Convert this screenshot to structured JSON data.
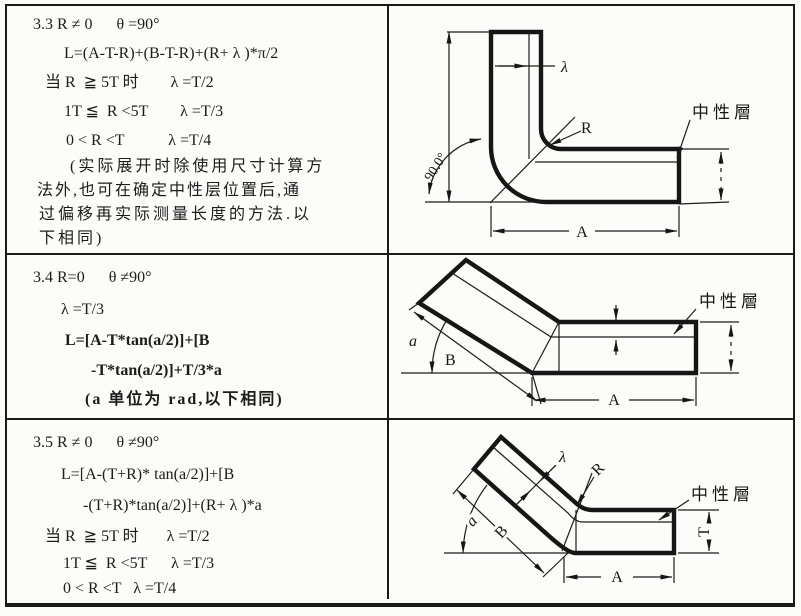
{
  "rows": [
    {
      "section": "3.3",
      "lines": [
        "3.3 R ≠ 0      θ =90°",
        "L=(A-T-R)+(B-T-R)+(R+ λ )*π/2",
        "当 R  ≧ 5T 时        λ =T/2",
        "1T ≦  R <5T        λ =T/3",
        "0 < R <T           λ =T/4",
        "(实际展开时除使用尺寸计算方",
        "法外,也可在确定中性层位置后,通",
        "过偏移再实际测量长度的方法.以",
        "下相同)"
      ],
      "diagram": {
        "labels": {
          "lambda": "λ",
          "radius": "R",
          "angle": "90.0°",
          "dim_a": "A",
          "neutral": "中性層"
        }
      }
    },
    {
      "section": "3.4",
      "lines": [
        "3.4 R=0      θ ≠90°",
        "λ =T/3",
        "L=[A-T*tan(a/2)]+[B",
        "-T*tan(a/2)]+T/3*a",
        "(a 单位为 rad,以下相同)"
      ],
      "diagram": {
        "labels": {
          "angle": "a",
          "arm_b": "B",
          "dim_a": "A",
          "neutral": "中性層"
        }
      }
    },
    {
      "section": "3.5",
      "lines": [
        "3.5 R ≠ 0      θ ≠90°",
        "L=[A-(T+R)* tan(a/2)]+[B",
        "-(T+R)*tan(a/2)]+(R+ λ )*a",
        "当 R  ≧ 5T 时       λ =T/2",
        "1T ≦  R <5T      λ =T/3",
        "0 < R <T   λ =T/4"
      ],
      "diagram": {
        "labels": {
          "lambda": "λ",
          "radius": "R",
          "angle": "a",
          "arm_b": "B",
          "dim_a": "A",
          "neutral": "中性層",
          "thickness": "T"
        }
      }
    }
  ]
}
